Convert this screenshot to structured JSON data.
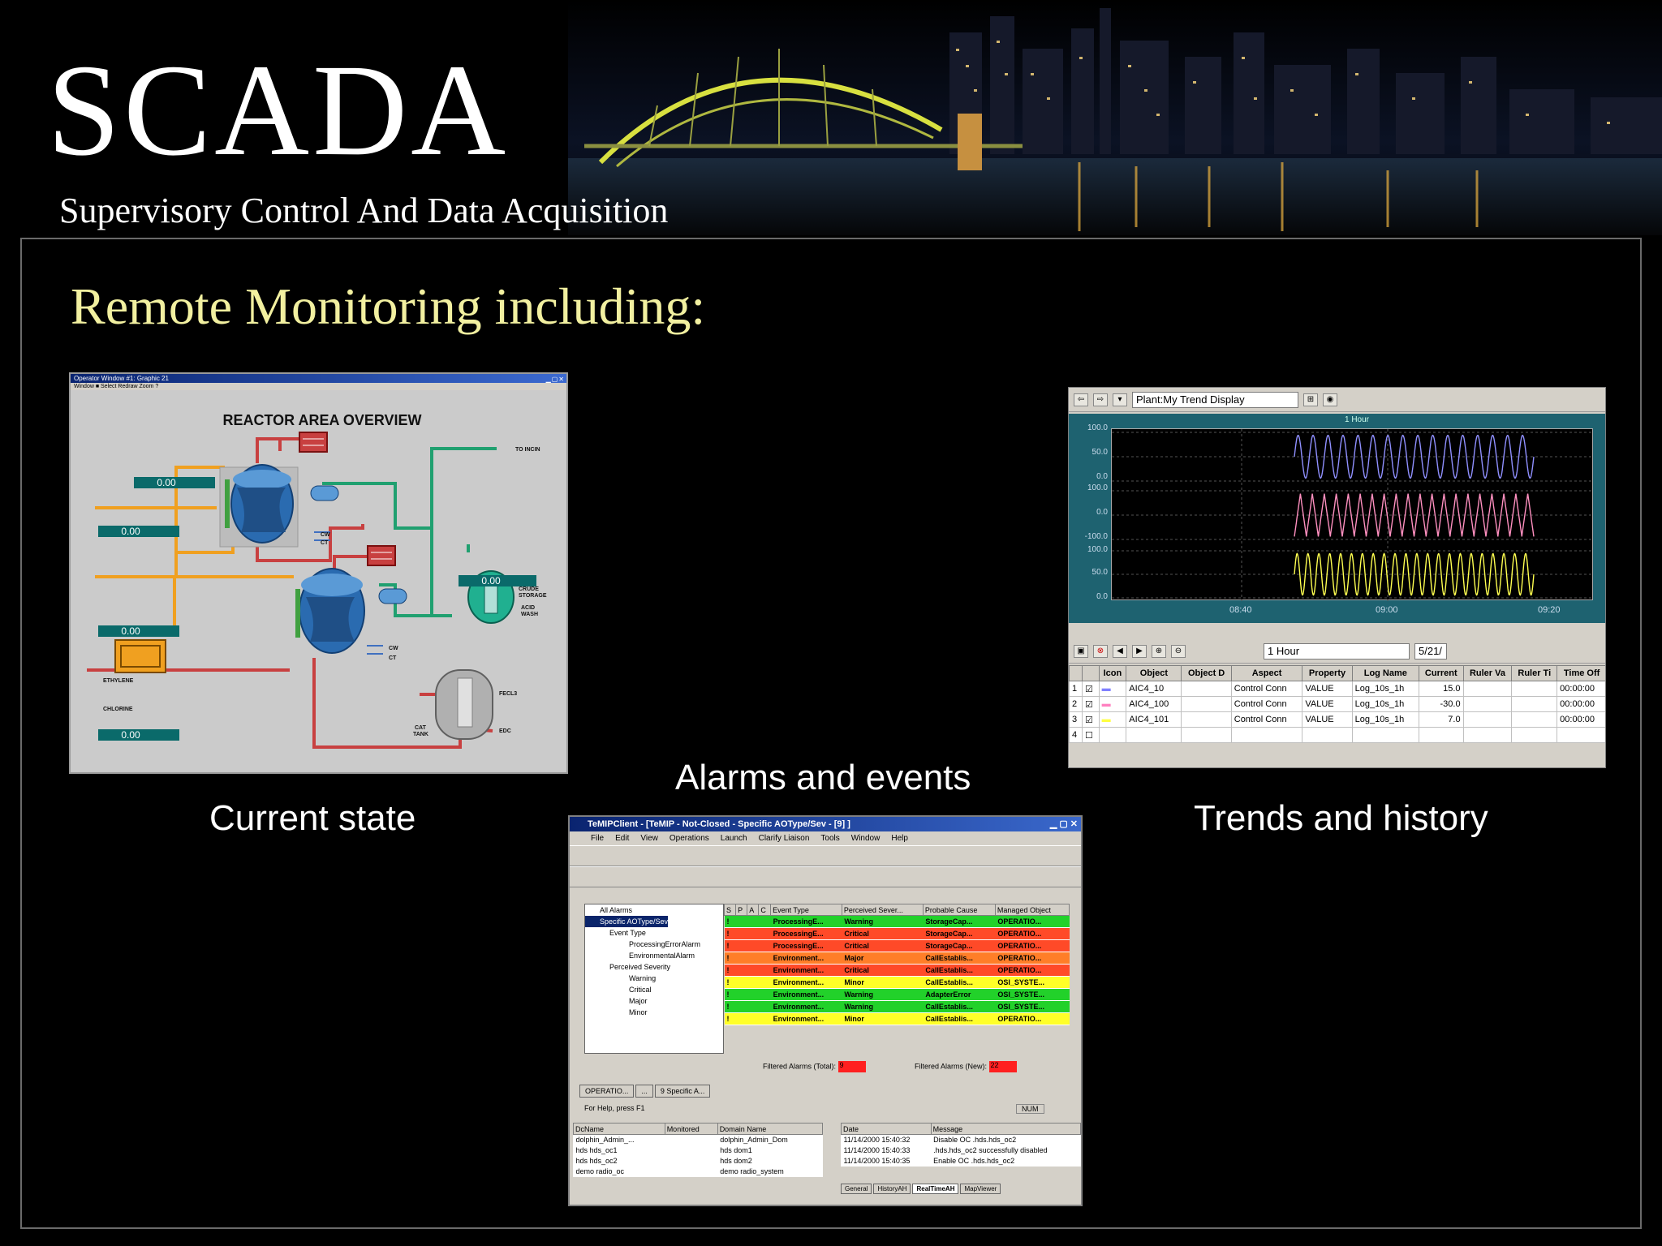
{
  "header": {
    "title": "SCADA",
    "subtitle": "Supervisory Control And Data Acquisition"
  },
  "slide": {
    "heading": "Remote Monitoring including:",
    "captions": {
      "current_state": "Current state",
      "alarms": "Alarms and events",
      "trends": "Trends and history"
    }
  },
  "reactor": {
    "window_title": "Operator Window #1: Graphic 21",
    "menu": "Window  ■  Select   Redraw   Zoom   ?",
    "overview_title": "REACTOR AREA OVERVIEW",
    "readouts": [
      "0.00",
      "0.00",
      "0.00",
      "0.00",
      "0.00"
    ],
    "labels": {
      "to_incin": "TO INCIN",
      "cw1": "CW",
      "ct1": "CT",
      "cw2": "CW",
      "ct2": "CT",
      "crude_storage_1": "CRUDE",
      "crude_storage_2": "STORAGE",
      "acid_wash_1": "ACID",
      "acid_wash_2": "WASH",
      "ethylene": "ETHYLENE",
      "chlorine": "CHLORINE",
      "fecl3": "FECL3",
      "edc": "EDC",
      "cat_tank_1": "CAT",
      "cat_tank_2": "TANK"
    }
  },
  "trend": {
    "display_name": "Plant:My Trend Display",
    "range_label": "1 Hour",
    "date_label": "5/21/",
    "top_label": "1 Hour",
    "time_ticks": [
      "08:40",
      "09:00",
      "09:20"
    ],
    "y_ticks": [
      [
        "100.0",
        "50.0",
        "0.0"
      ],
      [
        "100.0",
        "0.0",
        "-100.0"
      ],
      [
        "100.0",
        "50.0",
        "0.0"
      ]
    ],
    "columns": [
      "",
      "",
      "Icon",
      "Object",
      "Object D",
      "Aspect",
      "Property",
      "Log Name",
      "Current",
      "Ruler Va",
      "Ruler Ti",
      "Time Off"
    ],
    "rows": [
      {
        "n": "1",
        "object": "AIC4_10",
        "aspect": "Control Conn",
        "property": "VALUE",
        "log": "Log_10s_1h",
        "current": "15.0",
        "time": "00:00:00",
        "color": "#8080ff"
      },
      {
        "n": "2",
        "object": "AIC4_100",
        "aspect": "Control Conn",
        "property": "VALUE",
        "log": "Log_10s_1h",
        "current": "-30.0",
        "time": "00:00:00",
        "color": "#ff80c0"
      },
      {
        "n": "3",
        "object": "AIC4_101",
        "aspect": "Control Conn",
        "property": "VALUE",
        "log": "Log_10s_1h",
        "current": "7.0",
        "time": "00:00:00",
        "color": "#ffff40"
      },
      {
        "n": "4",
        "object": "",
        "aspect": "",
        "property": "",
        "log": "",
        "current": "",
        "time": "",
        "color": ""
      }
    ],
    "series_colors": [
      "#9090ff",
      "#ff90c0",
      "#ffff50"
    ]
  },
  "temip": {
    "window_title": "TeMIPClient - [TeMIP - Not-Closed - Specific AOType/Sev - [9] ]",
    "menu": [
      "File",
      "Edit",
      "View",
      "Operations",
      "Launch",
      "Clarify Liaison",
      "Tools",
      "Window",
      "Help"
    ],
    "tree": [
      "All Alarms",
      "Specific AOType/Sev",
      "Event Type",
      "ProcessingErrorAlarm",
      "EnvironmentalAlarm",
      "Perceived Severity",
      "Warning",
      "Critical",
      "Major",
      "Minor"
    ],
    "columns": [
      "S",
      "P",
      "A",
      "C",
      "Event Type",
      "Perceived Sever...",
      "Probable Cause",
      "Managed Object"
    ],
    "alarms": [
      {
        "type": "ProcessingE...",
        "sev": "Warning",
        "cause": "StorageCap...",
        "obj": "OPERATIO..."
      },
      {
        "type": "ProcessingE...",
        "sev": "Critical",
        "cause": "StorageCap...",
        "obj": "OPERATIO..."
      },
      {
        "type": "ProcessingE...",
        "sev": "Critical",
        "cause": "StorageCap...",
        "obj": "OPERATIO..."
      },
      {
        "type": "Environment...",
        "sev": "Major",
        "cause": "CallEstablis...",
        "obj": "OPERATIO..."
      },
      {
        "type": "Environment...",
        "sev": "Critical",
        "cause": "CallEstablis...",
        "obj": "OPERATIO..."
      },
      {
        "type": "Environment...",
        "sev": "Minor",
        "cause": "CallEstablis...",
        "obj": "OSI_SYSTE..."
      },
      {
        "type": "Environment...",
        "sev": "Warning",
        "cause": "AdapterError",
        "obj": "OSI_SYSTE..."
      },
      {
        "type": "Environment...",
        "sev": "Warning",
        "cause": "CallEstablis...",
        "obj": "OSI_SYSTE..."
      },
      {
        "type": "Environment...",
        "sev": "Minor",
        "cause": "CallEstablis...",
        "obj": "OPERATIO..."
      }
    ],
    "filtered_total_label": "Filtered Alarms (Total):",
    "filtered_total": "9",
    "filtered_new_label": "Filtered Alarms (New):",
    "filtered_new": "22",
    "tabs": [
      "OPERATIO...",
      "...",
      "9  Specific A..."
    ],
    "status": "For Help, press F1",
    "num": "NUM",
    "dc_columns": [
      "DcName",
      "Monitored",
      "Domain Name"
    ],
    "dc_rows": [
      [
        "dolphin_Admin_...",
        "",
        "dolphin_Admin_Dom"
      ],
      [
        "hds hds_oc1",
        "",
        "hds dom1"
      ],
      [
        "hds hds_oc2",
        "",
        "hds dom2"
      ],
      [
        "demo radio_oc",
        "",
        "demo radio_system"
      ]
    ],
    "log_columns": [
      "Date",
      "Message"
    ],
    "log_rows": [
      [
        "11/14/2000 15:40:32",
        "Disable OC .hds.hds_oc2"
      ],
      [
        "11/14/2000 15:40:33",
        ".hds.hds_oc2 successfully disabled"
      ],
      [
        "11/14/2000 15:40:35",
        "Enable OC .hds.hds_oc2"
      ]
    ],
    "bottom_tabs": [
      "General",
      "HistoryAH",
      "RealTimeAH",
      "MapViewer"
    ]
  }
}
